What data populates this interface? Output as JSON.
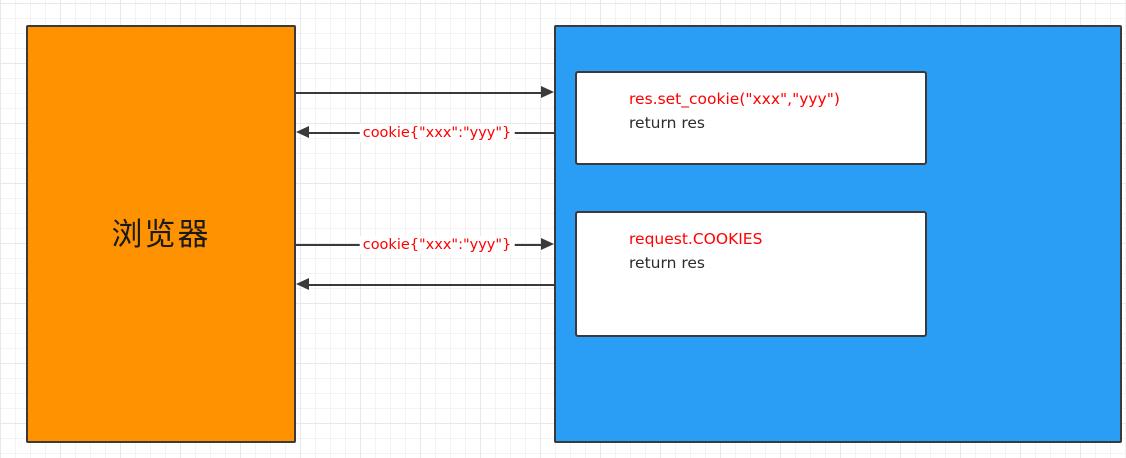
{
  "diagram": {
    "title": "cookie-flow-diagram",
    "background": "#ffffff",
    "grid_color": "#e8e8e8"
  },
  "client": {
    "label": "浏览器",
    "fill": "#ff9200",
    "stroke": "#3a3a3a"
  },
  "server": {
    "fill": "#2a9df4",
    "stroke": "#3a3a3a",
    "code_boxes": [
      {
        "name": "set-cookie-handler",
        "lines": [
          {
            "text": "res.set_cookie(\"xxx\",\"yyy\")",
            "color": "#ff0000"
          },
          {
            "text": "return res",
            "color": "#2b2b2b"
          }
        ]
      },
      {
        "name": "read-cookie-handler",
        "lines": [
          {
            "text": "request.COOKIES",
            "color": "#ff0000"
          },
          {
            "text": "return res",
            "color": "#2b2b2b"
          }
        ]
      }
    ]
  },
  "edges": [
    {
      "name": "request-1",
      "direction": "right",
      "label": ""
    },
    {
      "name": "response-1",
      "direction": "left",
      "label": "cookie{\"xxx\":\"yyy\"}"
    },
    {
      "name": "request-2",
      "direction": "right",
      "label": "cookie{\"xxx\":\"yyy\"}"
    },
    {
      "name": "response-2",
      "direction": "left",
      "label": ""
    }
  ]
}
